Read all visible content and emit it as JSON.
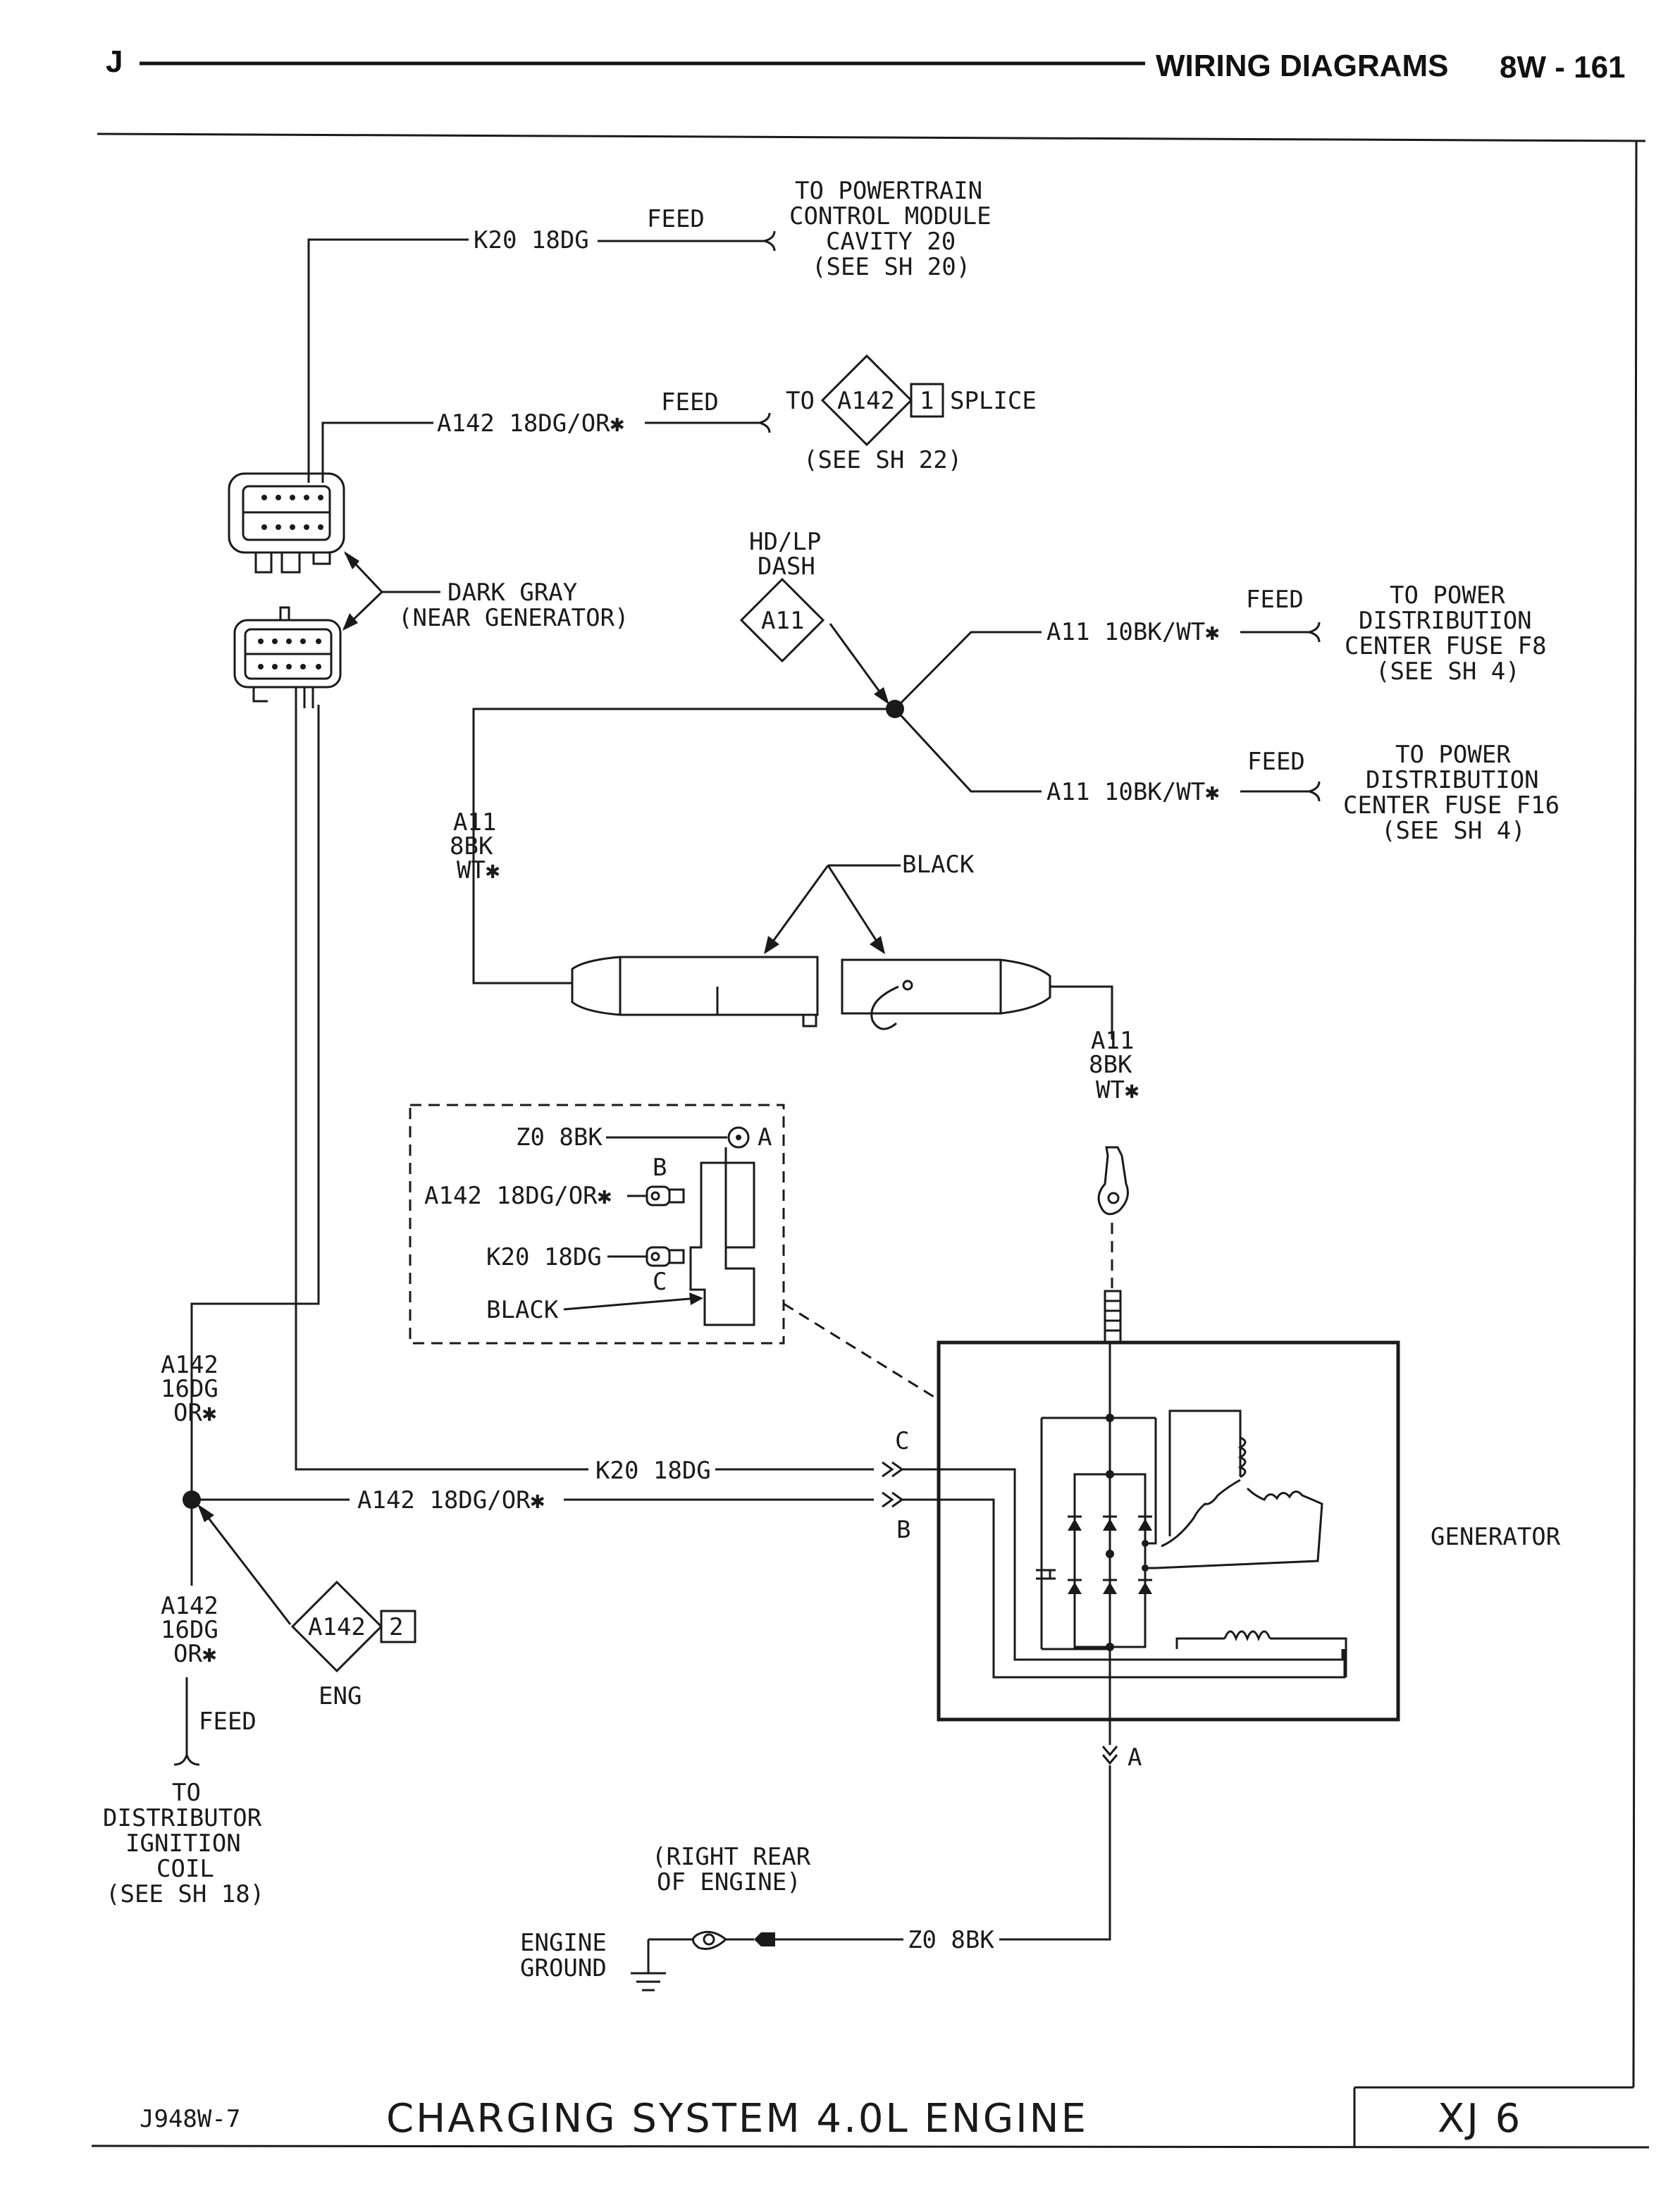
{
  "header": {
    "left_letter": "J",
    "title": "WIRING DIAGRAMS",
    "page": "8W - 161"
  },
  "footer": {
    "code": "J948W-7",
    "title": "CHARGING SYSTEM 4.0L ENGINE",
    "model": "XJ 6"
  },
  "labels": {
    "k20_top": "K20 18DG",
    "feed": "FEED",
    "pcm": [
      "TO POWERTRAIN",
      "CONTROL MODULE",
      "CAVITY 20",
      "(SEE SH 20)"
    ],
    "a142_top": "A142 18DG/OR✱",
    "to": "TO",
    "splice_id": "A142",
    "splice_num": "1",
    "splice": "SPLICE",
    "see22": "(SEE SH 22)",
    "hdlp": [
      "HD/LP",
      "DASH"
    ],
    "a11_diamond": "A11",
    "dark_gray": [
      "DARK GRAY",
      "(NEAR GENERATOR)"
    ],
    "a11_10bk": "A11 10BK/WT✱",
    "pdc_f8": [
      "TO POWER",
      "DISTRIBUTION",
      "CENTER FUSE F8",
      "(SEE SH 4)"
    ],
    "pdc_f16": [
      "TO POWER",
      "DISTRIBUTION",
      "CENTER FUSE F16",
      "(SEE SH 4)"
    ],
    "a11_8bk_left": [
      "A11",
      "8BK",
      "WT✱"
    ],
    "black": "BLACK",
    "a11_8bk_right": [
      "A11",
      "8BK",
      "WT✱"
    ],
    "inset_z0": "Z0 8BK",
    "inset_a": "A",
    "inset_b": "B",
    "inset_a142": "A142 18DG/OR✱",
    "inset_k20": "K20 18DG",
    "inset_c": "C",
    "inset_black": "BLACK",
    "a142_16dg_top": [
      "A142",
      "16DG",
      "OR✱"
    ],
    "k20_mid": "K20 18DG",
    "a142_mid": "A142 18DG/OR✱",
    "pin_c": "C",
    "pin_b": "B",
    "generator": "GENERATOR",
    "eng_splice_id": "A142",
    "eng_splice_num": "2",
    "eng": "ENG",
    "a142_16dg_bot": [
      "A142",
      "16DG",
      "OR✱"
    ],
    "feed_bot": "FEED",
    "dist_coil": [
      "TO",
      "DISTRIBUTOR",
      "IGNITION",
      "COIL",
      "(SEE SH 18)"
    ],
    "pin_a": "A",
    "right_rear": [
      "(RIGHT REAR",
      "OF ENGINE)"
    ],
    "engine_ground": [
      "ENGINE",
      "GROUND"
    ],
    "z0_bottom": "Z0 8BK"
  }
}
